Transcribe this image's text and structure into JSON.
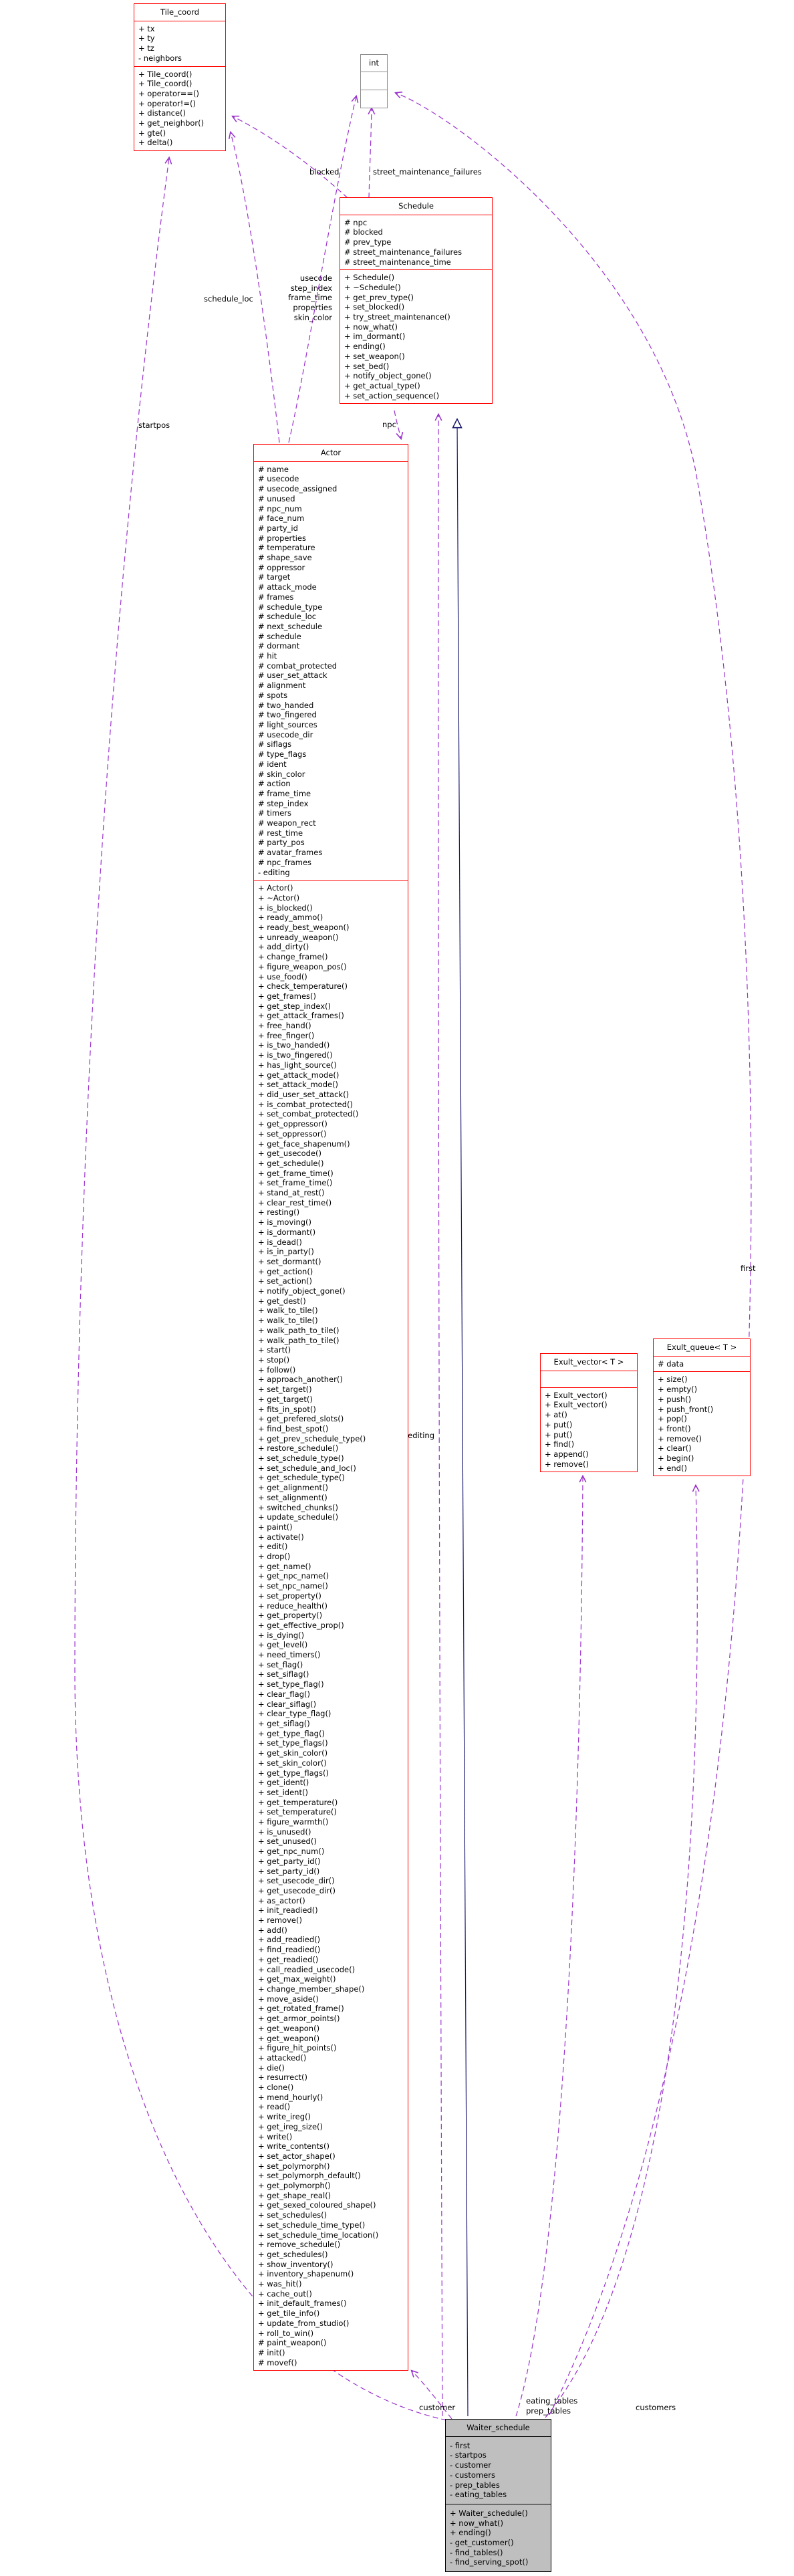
{
  "diagram_type": "uml-collaboration-diagram",
  "colors": {
    "class_border": "#ff0000",
    "undocumented_border": "#8c8c8c",
    "current_class_fill": "#bfbfbf",
    "usage_edge": "#9a32cd",
    "inheritance_edge": "#191970",
    "text": "#000000"
  },
  "classes": {
    "tile_coord": {
      "title": "Tile_coord",
      "attributes": [
        "+ tx",
        "+ ty",
        "+ tz",
        "- neighbors"
      ],
      "methods": [
        "+ Tile_coord()",
        "+ Tile_coord()",
        "+ operator==()",
        "+ operator!=()",
        "+ distance()",
        "+ get_neighbor()",
        "+ gte()",
        "+ delta()"
      ]
    },
    "int": {
      "title": "int",
      "attributes": [],
      "methods": []
    },
    "schedule": {
      "title": "Schedule",
      "attributes": [
        "# npc",
        "# blocked",
        "# prev_type",
        "# street_maintenance_failures",
        "# street_maintenance_time"
      ],
      "methods": [
        "+ Schedule()",
        "+ ~Schedule()",
        "+ get_prev_type()",
        "+ set_blocked()",
        "+ try_street_maintenance()",
        "+ now_what()",
        "+ im_dormant()",
        "+ ending()",
        "+ set_weapon()",
        "+ set_bed()",
        "+ notify_object_gone()",
        "+ get_actual_type()",
        "+ set_action_sequence()"
      ]
    },
    "actor": {
      "title": "Actor",
      "attributes": [
        "# name",
        "# usecode",
        "# usecode_assigned",
        "# unused",
        "# npc_num",
        "# face_num",
        "# party_id",
        "# properties",
        "# temperature",
        "# shape_save",
        "# oppressor",
        "# target",
        "# attack_mode",
        "# frames",
        "# schedule_type",
        "# schedule_loc",
        "# next_schedule",
        "# schedule",
        "# dormant",
        "# hit",
        "# combat_protected",
        "# user_set_attack",
        "# alignment",
        "# spots",
        "# two_handed",
        "# two_fingered",
        "# light_sources",
        "# usecode_dir",
        "# siflags",
        "# type_flags",
        "# ident",
        "# skin_color",
        "# action",
        "# frame_time",
        "# step_index",
        "# timers",
        "# weapon_rect",
        "# rest_time",
        "# party_pos",
        "# avatar_frames",
        "# npc_frames",
        "- editing"
      ],
      "methods": [
        "+ Actor()",
        "+ ~Actor()",
        "+ is_blocked()",
        "+ ready_ammo()",
        "+ ready_best_weapon()",
        "+ unready_weapon()",
        "+ add_dirty()",
        "+ change_frame()",
        "+ figure_weapon_pos()",
        "+ use_food()",
        "+ check_temperature()",
        "+ get_frames()",
        "+ get_step_index()",
        "+ get_attack_frames()",
        "+ free_hand()",
        "+ free_finger()",
        "+ is_two_handed()",
        "+ is_two_fingered()",
        "+ has_light_source()",
        "+ get_attack_mode()",
        "+ set_attack_mode()",
        "+ did_user_set_attack()",
        "+ is_combat_protected()",
        "+ set_combat_protected()",
        "+ get_oppressor()",
        "+ set_oppressor()",
        "+ get_face_shapenum()",
        "+ get_usecode()",
        "+ get_schedule()",
        "+ get_frame_time()",
        "+ set_frame_time()",
        "+ stand_at_rest()",
        "+ clear_rest_time()",
        "+ resting()",
        "+ is_moving()",
        "+ is_dormant()",
        "+ is_dead()",
        "+ is_in_party()",
        "+ set_dormant()",
        "+ get_action()",
        "+ set_action()",
        "+ notify_object_gone()",
        "+ get_dest()",
        "+ walk_to_tile()",
        "+ walk_to_tile()",
        "+ walk_path_to_tile()",
        "+ walk_path_to_tile()",
        "+ start()",
        "+ stop()",
        "+ follow()",
        "+ approach_another()",
        "+ set_target()",
        "+ get_target()",
        "+ fits_in_spot()",
        "+ get_prefered_slots()",
        "+ find_best_spot()",
        "+ get_prev_schedule_type()",
        "+ restore_schedule()",
        "+ set_schedule_type()",
        "+ set_schedule_and_loc()",
        "+ get_schedule_type()",
        "+ get_alignment()",
        "+ set_alignment()",
        "+ switched_chunks()",
        "+ update_schedule()",
        "+ paint()",
        "+ activate()",
        "+ edit()",
        "+ drop()",
        "+ get_name()",
        "+ get_npc_name()",
        "+ set_npc_name()",
        "+ set_property()",
        "+ reduce_health()",
        "+ get_property()",
        "+ get_effective_prop()",
        "+ is_dying()",
        "+ get_level()",
        "+ need_timers()",
        "+ set_flag()",
        "+ set_siflag()",
        "+ set_type_flag()",
        "+ clear_flag()",
        "+ clear_siflag()",
        "+ clear_type_flag()",
        "+ get_siflag()",
        "+ get_type_flag()",
        "+ set_type_flags()",
        "+ get_skin_color()",
        "+ set_skin_color()",
        "+ get_type_flags()",
        "+ get_ident()",
        "+ set_ident()",
        "+ get_temperature()",
        "+ set_temperature()",
        "+ figure_warmth()",
        "+ is_unused()",
        "+ set_unused()",
        "+ get_npc_num()",
        "+ get_party_id()",
        "+ set_party_id()",
        "+ set_usecode_dir()",
        "+ get_usecode_dir()",
        "+ as_actor()",
        "+ init_readied()",
        "+ remove()",
        "+ add()",
        "+ add_readied()",
        "+ find_readied()",
        "+ get_readied()",
        "+ call_readied_usecode()",
        "+ get_max_weight()",
        "+ change_member_shape()",
        "+ move_aside()",
        "+ get_rotated_frame()",
        "+ get_armor_points()",
        "+ get_weapon()",
        "+ get_weapon()",
        "+ figure_hit_points()",
        "+ attacked()",
        "+ die()",
        "+ resurrect()",
        "+ clone()",
        "+ mend_hourly()",
        "+ read()",
        "+ write_ireg()",
        "+ get_ireg_size()",
        "+ write()",
        "+ write_contents()",
        "+ set_actor_shape()",
        "+ set_polymorph()",
        "+ set_polymorph_default()",
        "+ get_polymorph()",
        "+ get_shape_real()",
        "+ get_sexed_coloured_shape()",
        "+ set_schedules()",
        "+ set_schedule_time_type()",
        "+ set_schedule_time_location()",
        "+ remove_schedule()",
        "+ get_schedules()",
        "+ show_inventory()",
        "+ inventory_shapenum()",
        "+ was_hit()",
        "+ cache_out()",
        "+ init_default_frames()",
        "+ get_tile_info()",
        "+ update_from_studio()",
        "+ roll_to_win()",
        "# paint_weapon()",
        "# init()",
        "# movef()"
      ]
    },
    "exult_vector": {
      "title": "Exult_vector< T >",
      "attributes": [],
      "methods": [
        "+ Exult_vector()",
        "+ Exult_vector()",
        "+ at()",
        "+ put()",
        "+ put()",
        "+ find()",
        "+ append()",
        "+ remove()"
      ]
    },
    "exult_queue": {
      "title": "Exult_queue< T >",
      "attributes": [
        "# data"
      ],
      "methods": [
        "+ size()",
        "+ empty()",
        "+ push()",
        "+ push_front()",
        "+ pop()",
        "+ front()",
        "+ remove()",
        "+ clear()",
        "+ begin()",
        "+ end()"
      ]
    },
    "waiter": {
      "title": "Waiter_schedule",
      "attributes": [
        "- first",
        "- startpos",
        "- customer",
        "- customers",
        "- prep_tables",
        "- eating_tables"
      ],
      "methods": [
        "+ Waiter_schedule()",
        "+ now_what()",
        "+ ending()",
        "- get_customer()",
        "- find_tables()",
        "- find_serving_spot()"
      ]
    }
  },
  "edge_labels": {
    "blocked": "blocked",
    "street_maintenance_failures": "street_maintenance_failures",
    "actor_int_members": "usecode\nstep_index\nframe_time\nproperties\nskin_color",
    "schedule_loc": "schedule_loc",
    "startpos": "startpos",
    "editing": "editing",
    "npc": "npc",
    "first": "first",
    "customer": "customer",
    "tables": "eating_tables\nprep_tables",
    "customers": "customers"
  }
}
